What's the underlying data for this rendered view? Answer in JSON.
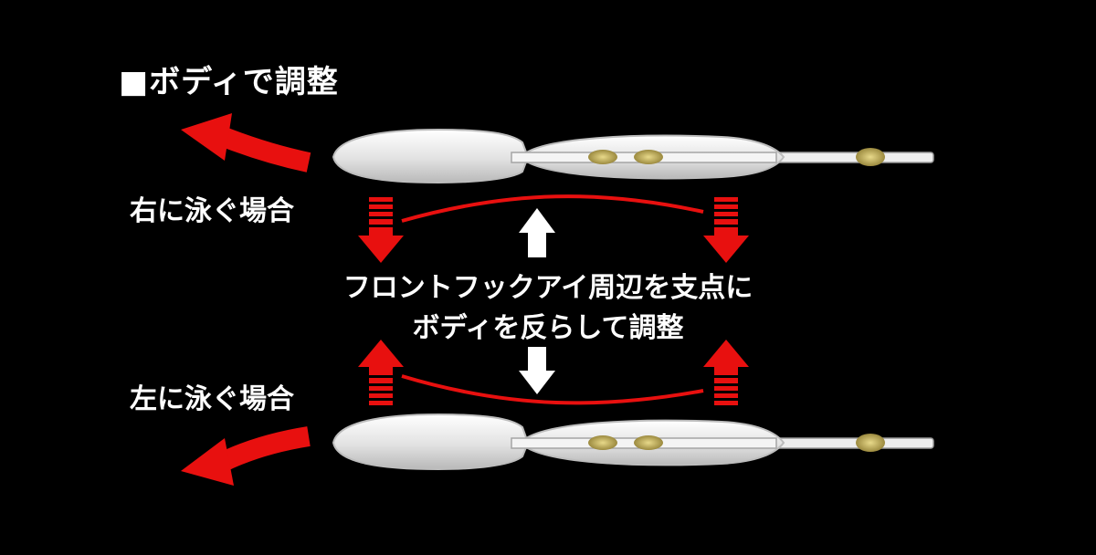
{
  "title": "■ボディで調整",
  "labels": {
    "swim_right": "右に泳ぐ場合",
    "swim_left": "左に泳ぐ場合"
  },
  "center_text": {
    "line1": "フロントフックアイ周辺を支点に",
    "line2": "ボディを反らして調整"
  },
  "colors": {
    "background": "#000000",
    "arrow_red": "#e8100f",
    "text": "#ffffff",
    "lure_body": "#e6e6e6",
    "lure_eye": "#b8a24a"
  }
}
